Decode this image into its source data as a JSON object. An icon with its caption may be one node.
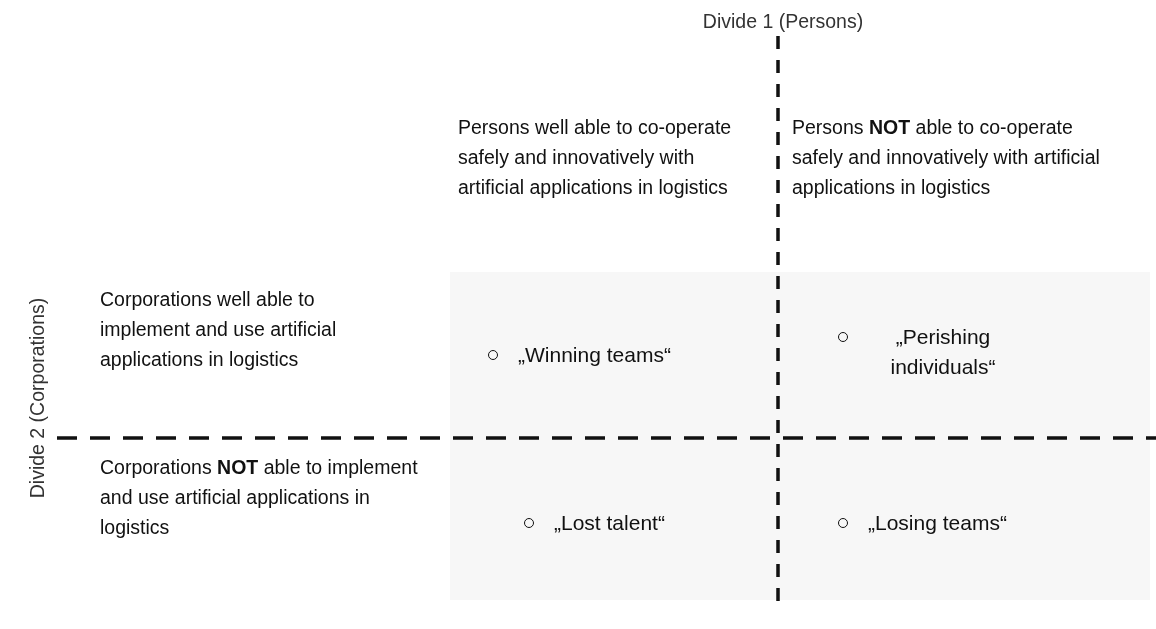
{
  "diagram": {
    "nodes": [
      {
        "text": [
          "„Winning teams“"
        ]
      },
      {
        "text": [
          "„Perishing individuals“"
        ]
      },
      {
        "text": [
          "„Lost talent“"
        ]
      },
      {
        "text": [
          "„Losing teams“"
        ]
      }
    ],
    "labels": [
      "Divide 1 (Persons)",
      "Persons well able to co-operate safely and innovatively with artificial applications in logistics",
      "Persons **NOT** able to co-operate safely and innovatively with artificial applications in logistics",
      "Divide 2 (Corporations)",
      "Corporations well able to implement and use artificial applications in logistics",
      "Corporations **NOT** able to implement and use artificial applications in logistics"
    ]
  }
}
